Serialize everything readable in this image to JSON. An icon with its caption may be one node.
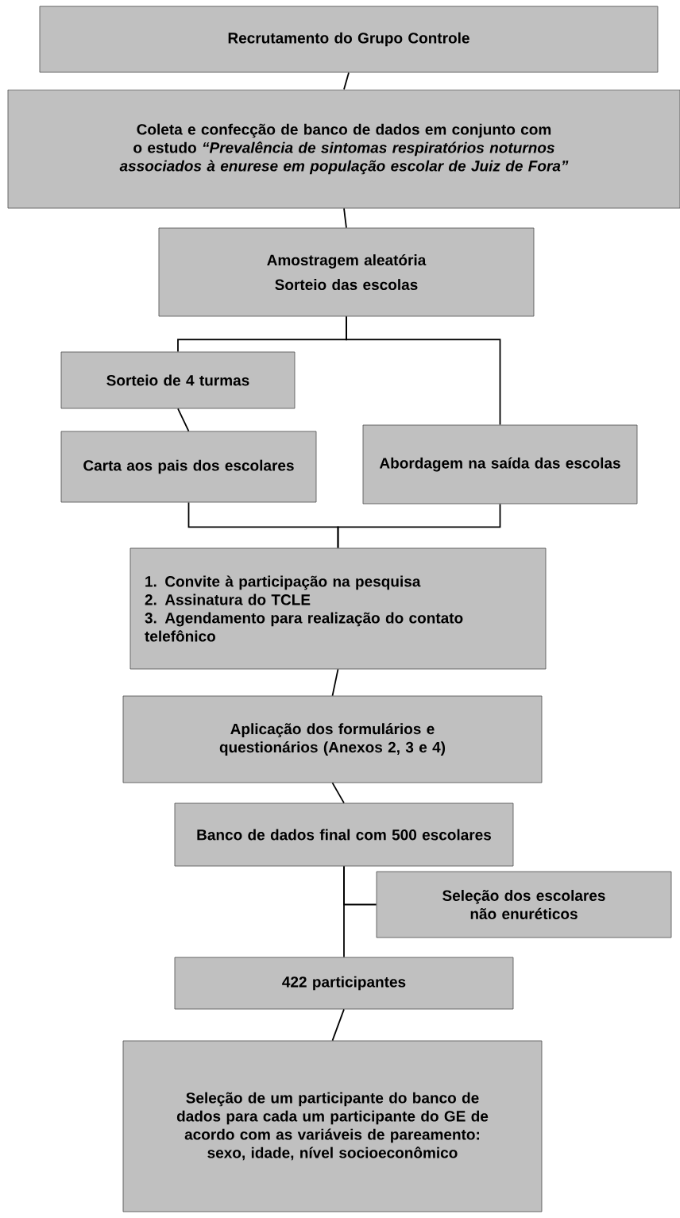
{
  "diagram": {
    "nodes": [
      {
        "text": [
          "Recrutamento do Grupo Controle"
        ]
      },
      {
        "text": [
          "Coleta e confecção de banco de dados em conjunto com o estudo *“Prevalência de sintomas respiratórios noturnos associados à enurese em população escolar de Juiz de Fora”*"
        ]
      },
      {
        "text": [
          "Amostragem aleatória",
          "Sorteio das escolas"
        ]
      },
      {
        "text": [
          "Sorteio de 4 turmas"
        ]
      },
      {
        "text": [
          "Carta aos pais dos escolares"
        ]
      },
      {
        "text": [
          "Abordagem na saída das escolas"
        ]
      },
      {
        "text": [
          "1. Convite à participação na pesquisa",
          "2. Assinatura do TCLE",
          "3. Agendamento para realização do contato telefônico"
        ]
      },
      {
        "text": [
          "Aplicação dos formulários e questionários (Anexos 2, 3 e 4)"
        ]
      },
      {
        "text": [
          "Banco de dados final com 500 escolares"
        ]
      },
      {
        "text": [
          "Seleção dos escolares não enuréticos"
        ]
      },
      {
        "text": [
          "422 participantes"
        ]
      },
      {
        "text": [
          "Seleção de um participante do banco de dados para cada um participante do GE de acordo com as variáveis de pareamento: sexo, idade, nível socioeconômico"
        ]
      }
    ],
    "edges": [
      {
        "from": 0,
        "to": 1,
        "arrow": "none"
      },
      {
        "from": 1,
        "to": 2,
        "arrow": "none"
      },
      {
        "from": 2,
        "to": 3,
        "arrow": "none"
      },
      {
        "from": 2,
        "to": 5,
        "arrow": "none"
      },
      {
        "from": 3,
        "to": 4,
        "arrow": "none"
      },
      {
        "from": 4,
        "to": 6,
        "arrow": "none"
      },
      {
        "from": 5,
        "to": 6,
        "arrow": "none"
      },
      {
        "from": 6,
        "to": 7,
        "arrow": "none"
      },
      {
        "from": 7,
        "to": 8,
        "arrow": "none"
      },
      {
        "from": 8,
        "to": 9,
        "arrow": "none"
      },
      {
        "from": 8,
        "to": 10,
        "arrow": "none"
      },
      {
        "from": 10,
        "to": 11,
        "arrow": "none"
      }
    ]
  }
}
